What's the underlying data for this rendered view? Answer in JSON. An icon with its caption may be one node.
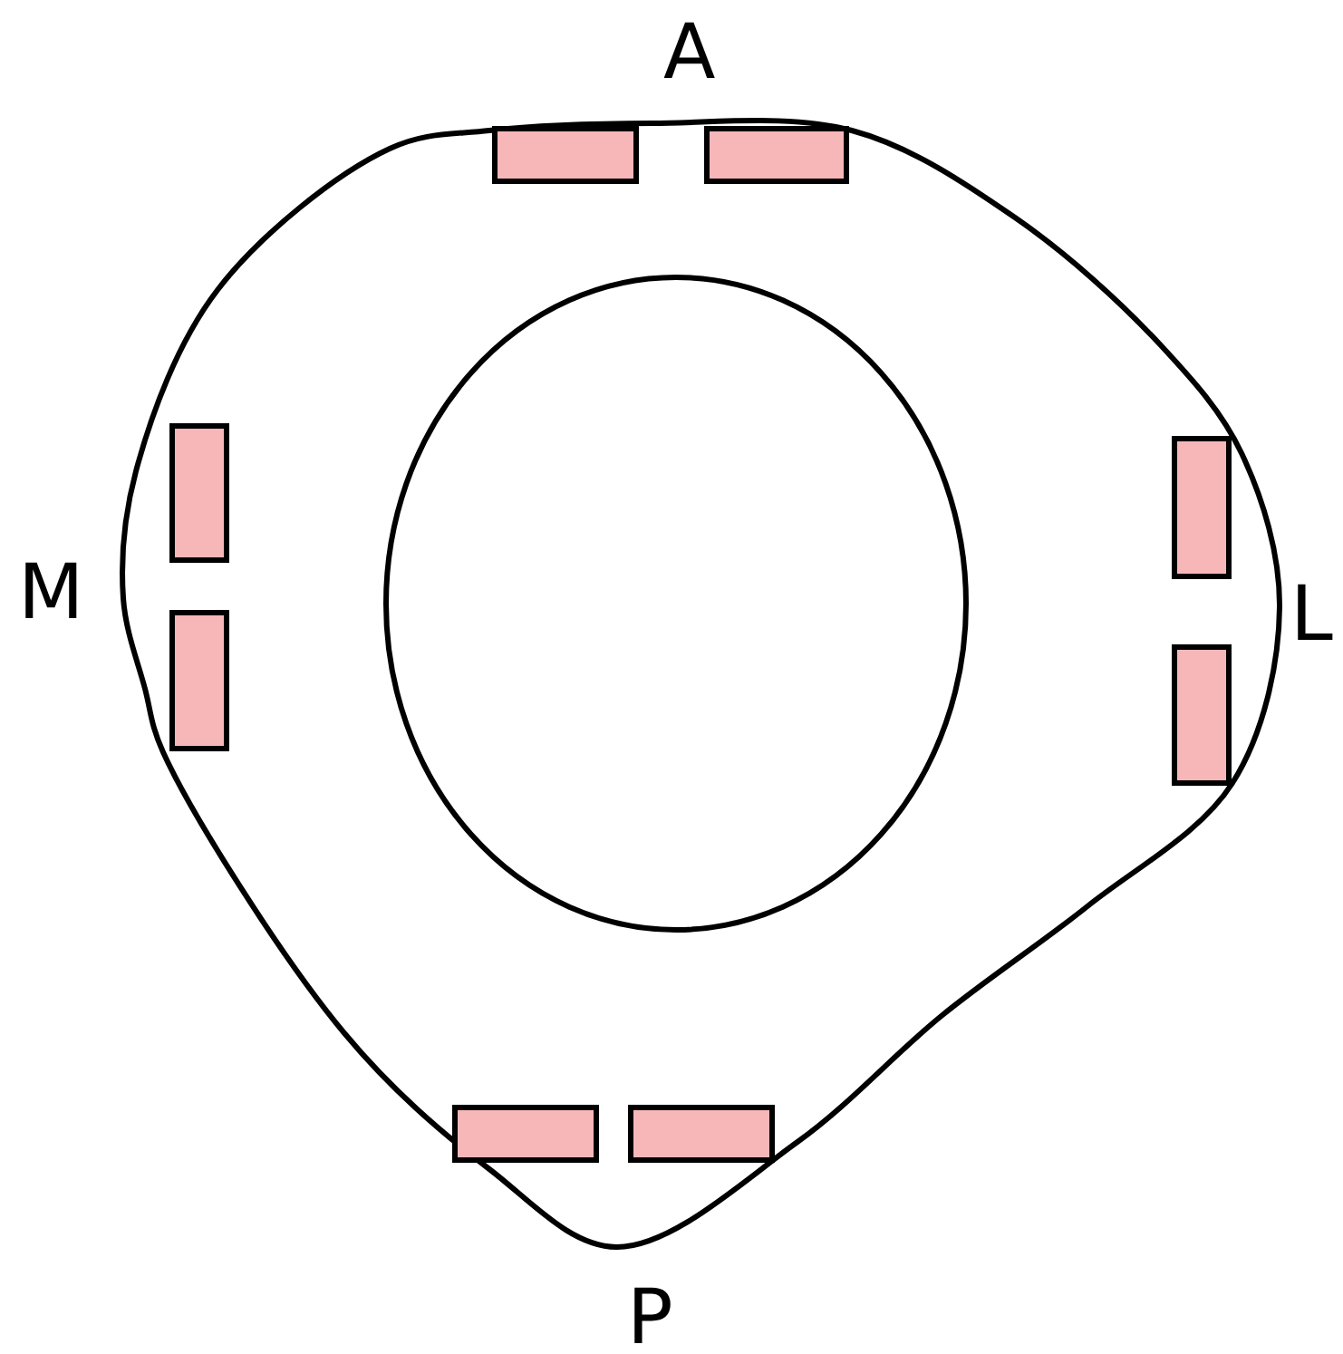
{
  "diagram": {
    "labels": [
      "A",
      "M",
      "L",
      "P"
    ]
  }
}
